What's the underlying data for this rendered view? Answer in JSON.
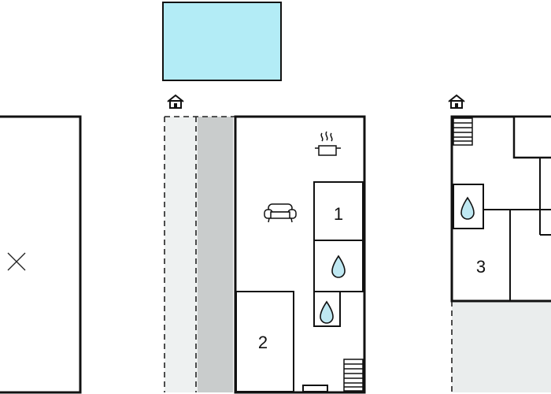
{
  "colors": {
    "wall": "#111111",
    "pool": "#b3ecf6",
    "terrace": "#eef1f1",
    "corridor": "#c9cccc",
    "outdoor": "#eaeded",
    "water": "#bfe8f2"
  },
  "rooms": [
    {
      "label": "1"
    },
    {
      "label": "2"
    },
    {
      "label": "3"
    }
  ],
  "icons": [
    "no-access-cross-icon",
    "entrance-house-icon",
    "kitchen-pot-icon",
    "sofa-icon",
    "water-drop-icon",
    "stairs-icon"
  ]
}
